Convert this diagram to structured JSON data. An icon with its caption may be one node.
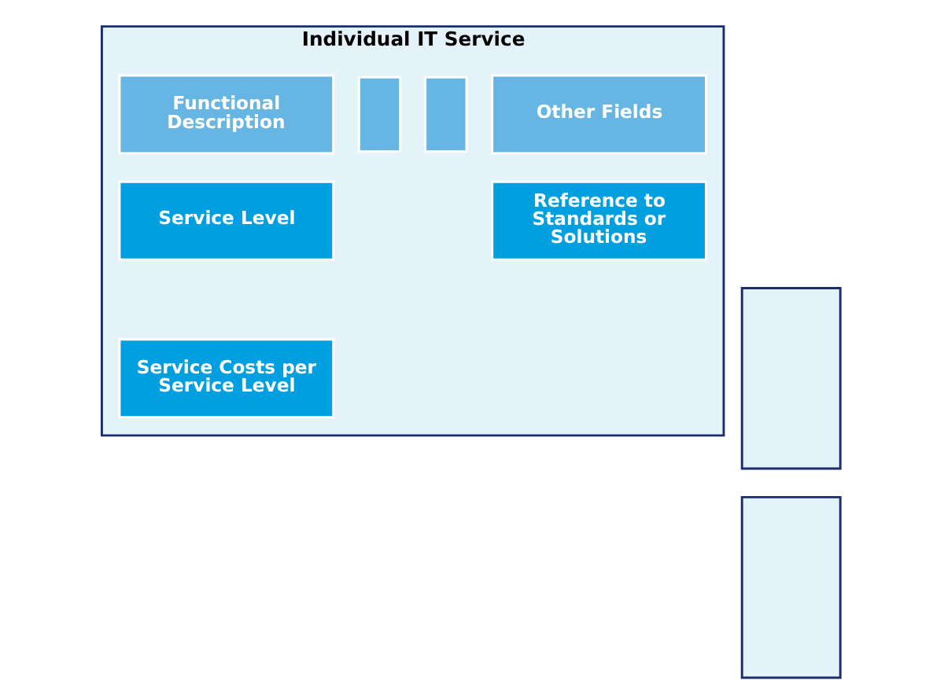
{
  "diagram": {
    "nodes": [
      {
        "text": [
          "Individual IT Service"
        ]
      },
      {
        "text": [
          "Functional Description"
        ],
        "in": 0
      },
      {
        "text": [],
        "shape": "box",
        "in": 0
      },
      {
        "text": [],
        "shape": "box",
        "in": 0
      },
      {
        "text": [
          "Other Fields"
        ],
        "in": 0
      },
      {
        "text": [
          "Service Level"
        ],
        "in": 0
      },
      {
        "text": [
          "Reference to Standards or Solutions"
        ],
        "in": 0
      },
      {
        "text": [
          "Service Costs per Service Level"
        ],
        "in": 0
      },
      {
        "text": [],
        "shape": "box"
      },
      {
        "text": [],
        "shape": "box"
      }
    ],
    "edges": []
  }
}
